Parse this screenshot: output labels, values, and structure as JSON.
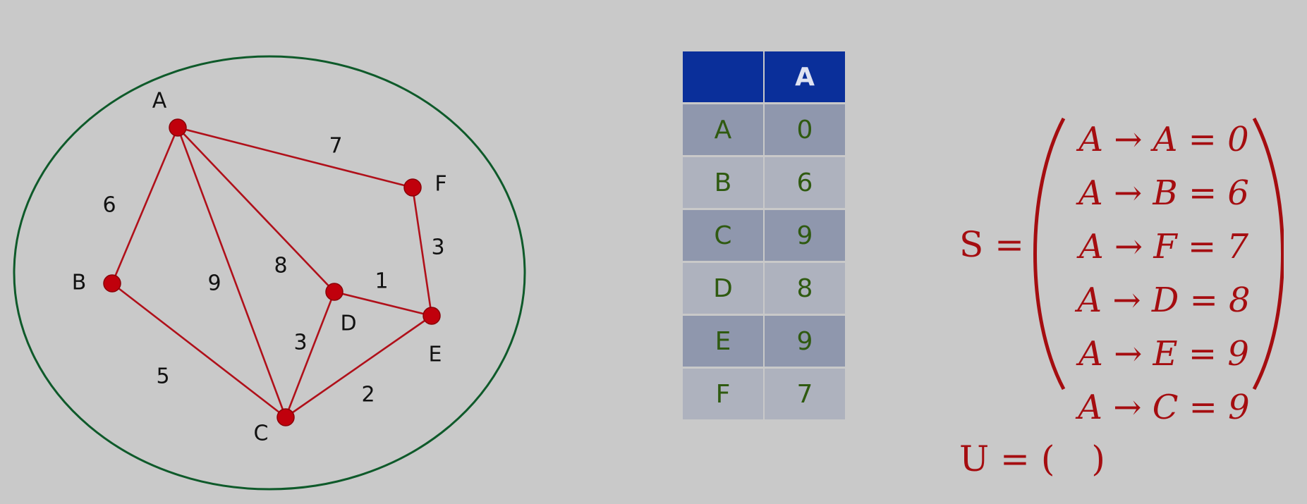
{
  "graph": {
    "nodes": [
      {
        "id": "A",
        "label": "A"
      },
      {
        "id": "B",
        "label": "B"
      },
      {
        "id": "C",
        "label": "C"
      },
      {
        "id": "D",
        "label": "D"
      },
      {
        "id": "E",
        "label": "E"
      },
      {
        "id": "F",
        "label": "F"
      }
    ],
    "edges": [
      {
        "from": "A",
        "to": "F",
        "weight": "7"
      },
      {
        "from": "A",
        "to": "B",
        "weight": "6"
      },
      {
        "from": "A",
        "to": "C",
        "weight": "9"
      },
      {
        "from": "A",
        "to": "D",
        "weight": "8"
      },
      {
        "from": "F",
        "to": "E",
        "weight": "3"
      },
      {
        "from": "D",
        "to": "E",
        "weight": "1"
      },
      {
        "from": "D",
        "to": "C",
        "weight": "3"
      },
      {
        "from": "B",
        "to": "C",
        "weight": "5"
      },
      {
        "from": "C",
        "to": "E",
        "weight": "2"
      }
    ],
    "colors": {
      "node": "#c0000c",
      "edge": "#b0101a",
      "boundary": "#0e5a2a"
    }
  },
  "table": {
    "header": [
      "",
      "A"
    ],
    "rows": [
      {
        "node": "A",
        "dist": "0"
      },
      {
        "node": "B",
        "dist": "6"
      },
      {
        "node": "C",
        "dist": "9"
      },
      {
        "node": "D",
        "dist": "8"
      },
      {
        "node": "E",
        "dist": "9"
      },
      {
        "node": "F",
        "dist": "7"
      }
    ],
    "colors": {
      "header": "#0a2f9a",
      "row_dark": "#8f97ad",
      "row_light": "#aeb2be",
      "text": "#2f5a10"
    }
  },
  "s_set": {
    "label": "S =",
    "items": [
      "A → A = 0",
      "A → B = 6",
      "A → F = 7",
      "A → D = 8",
      "A → E = 9",
      "A → C = 9"
    ]
  },
  "u_set": {
    "label": "U =",
    "open": "(",
    "close": ")"
  },
  "math_color": "#a50d10"
}
